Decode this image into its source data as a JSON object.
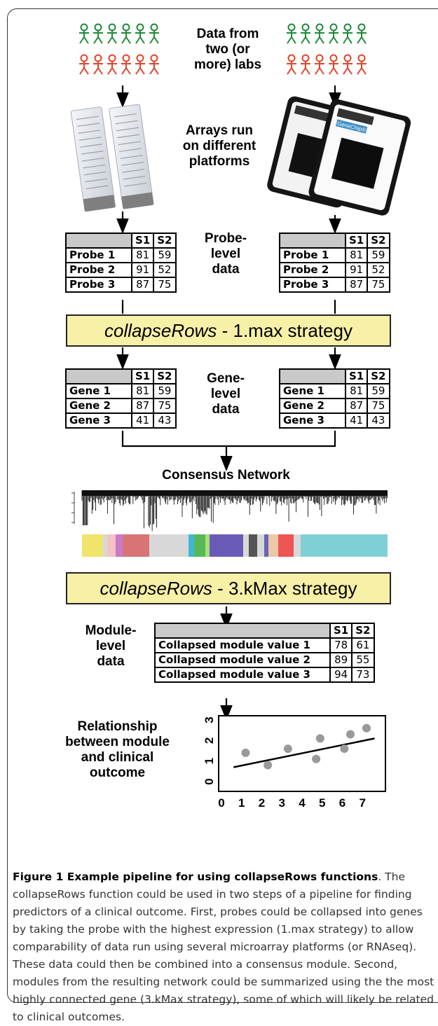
{
  "labels": {
    "data_from_labs": [
      "Data from",
      "two (or",
      "more) labs"
    ],
    "arrays_platforms": [
      "Arrays run",
      "on different",
      "platforms"
    ],
    "probe_level": [
      "Probe-",
      "level",
      "data"
    ],
    "gene_level": [
      "Gene-",
      "level",
      "data"
    ],
    "consensus": "Consensus Network",
    "module_level": [
      "Module-",
      "level",
      "data"
    ],
    "relationship": [
      "Relationship",
      "between module",
      "and clinical",
      "outcome"
    ]
  },
  "chip": {
    "brand": "GeneChip®"
  },
  "probe_table": {
    "cols": [
      "S1",
      "S2"
    ],
    "rows": [
      [
        "Probe 1",
        "81",
        "59"
      ],
      [
        "Probe 2",
        "91",
        "52"
      ],
      [
        "Probe 3",
        "87",
        "75"
      ]
    ]
  },
  "gene_table": {
    "cols": [
      "S1",
      "S2"
    ],
    "rows": [
      [
        "Gene 1",
        "81",
        "59"
      ],
      [
        "Gene 2",
        "87",
        "75"
      ],
      [
        "Gene 3",
        "41",
        "43"
      ]
    ]
  },
  "module_table": {
    "cols": [
      "S1",
      "S2"
    ],
    "rows": [
      [
        "Collapsed module value 1",
        "78",
        "61"
      ],
      [
        "Collapsed module value 2",
        "89",
        "55"
      ],
      [
        "Collapsed module value 3",
        "94",
        "73"
      ]
    ]
  },
  "banner1": {
    "fn": "collapseRows",
    "rest": " - 1.max strategy"
  },
  "banner2": {
    "fn": "collapseRows",
    "rest": " - 3.kMax strategy"
  },
  "colors": {
    "person_green": "#1f8a3a",
    "person_red": "#e0452a",
    "banner_fill": "#f7f0a7",
    "table_header": "#c9c9c9"
  },
  "module_colors": [
    "#eee56a",
    "#d8d8d8",
    "#f4c2c2",
    "#c97ac9",
    "#d87474",
    "#d8d8d8",
    "#3fb8d8",
    "#57b857",
    "#a8e07a",
    "#6a5ab8",
    "#d8d8d8",
    "#555555",
    "#d8d8d8",
    "#6666bb",
    "#ecc8a8",
    "#ee5555",
    "#d8d8d8",
    "#7fd0d4"
  ],
  "chart_data": {
    "type": "scatter",
    "x": [
      1.2,
      2.3,
      3.3,
      4.7,
      4.9,
      6.1,
      6.4,
      7.2
    ],
    "y": [
      1.4,
      0.8,
      1.6,
      1.1,
      2.1,
      1.6,
      2.3,
      2.6
    ],
    "trend_line": {
      "x": [
        0.6,
        7.6
      ],
      "y": [
        0.7,
        2.1
      ]
    },
    "xlim": [
      0,
      8
    ],
    "ylim": [
      0,
      3
    ],
    "xticks": [
      "0",
      "1",
      "2",
      "3",
      "4",
      "5",
      "6",
      "7"
    ],
    "yticks": [
      "0",
      "1",
      "2",
      "3"
    ],
    "grid": false
  },
  "caption": {
    "title": "Figure 1 Example pipeline for using collapseRows functions",
    "body": ". The collapseRows function could be used in two steps of a pipeline for finding predictors of a clinical outcome. First, probes could be collapsed into genes by taking the probe with the highest expression (1.max strategy) to allow comparability of data run using several microarray platforms (or RNAseq). These data could then be combined into a consensus module. Second, modules from the resulting network could be summarized using the the most highly connected gene (3.kMax strategy), some of which will likely be related to clinical outcomes."
  }
}
